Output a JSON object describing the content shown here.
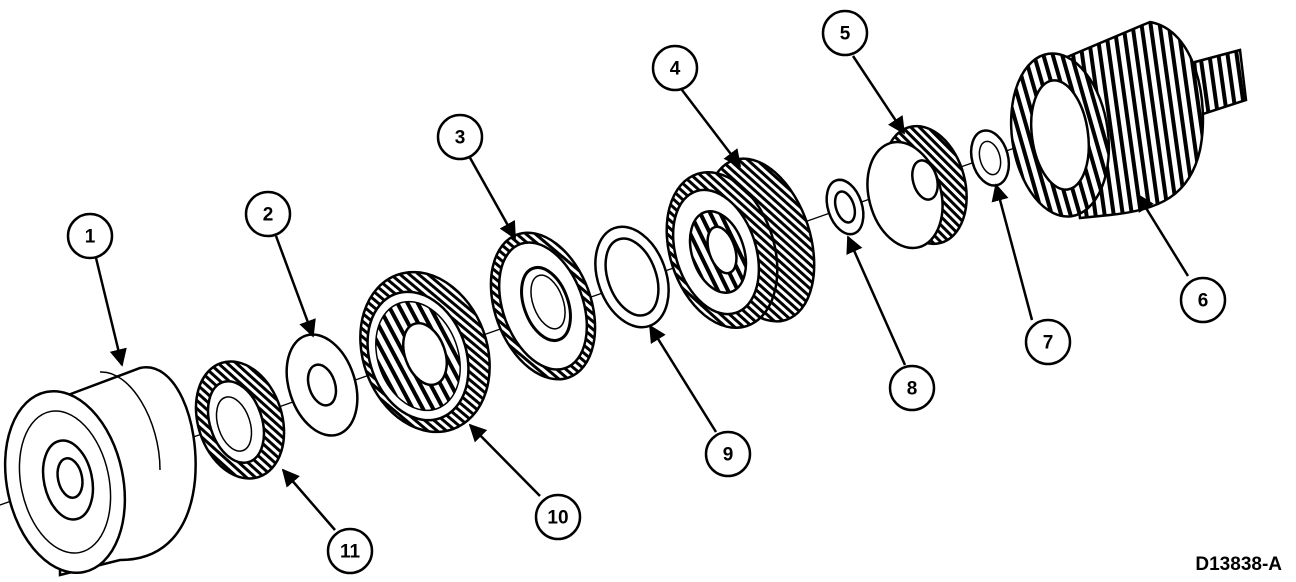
{
  "figure_id": "D13838-A",
  "callouts": [
    {
      "id": "1",
      "label": "1"
    },
    {
      "id": "2",
      "label": "2"
    },
    {
      "id": "3",
      "label": "3"
    },
    {
      "id": "4",
      "label": "4"
    },
    {
      "id": "5",
      "label": "5"
    },
    {
      "id": "6",
      "label": "6"
    },
    {
      "id": "7",
      "label": "7"
    },
    {
      "id": "8",
      "label": "8"
    },
    {
      "id": "9",
      "label": "9"
    },
    {
      "id": "10",
      "label": "10"
    },
    {
      "id": "11",
      "label": "11"
    }
  ]
}
